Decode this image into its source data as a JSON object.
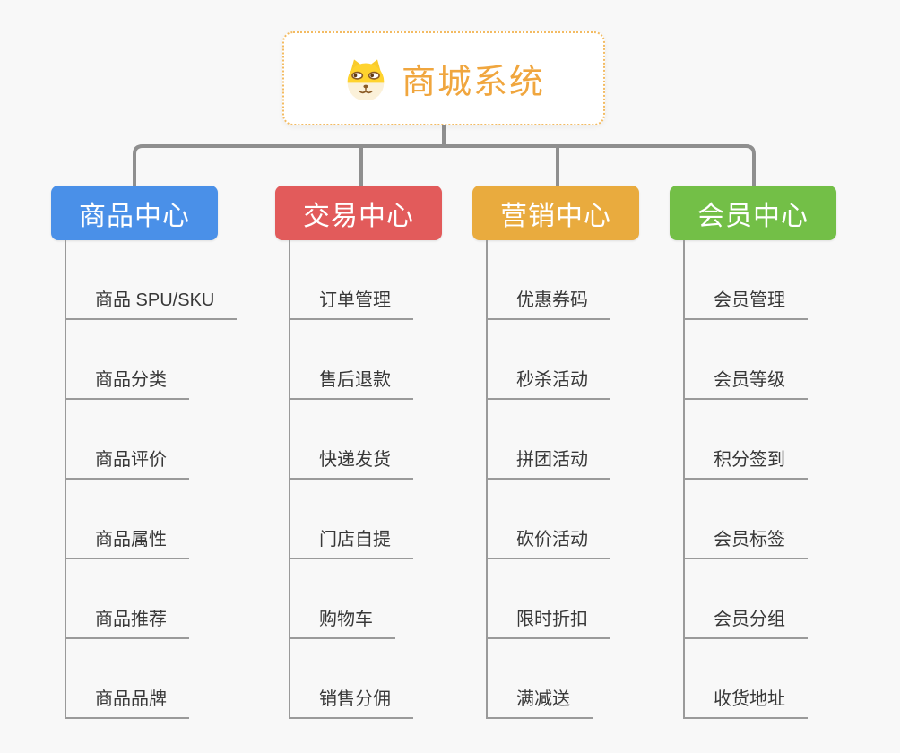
{
  "root": {
    "title": "商城系统",
    "icon": "dog-face-icon"
  },
  "branches": [
    {
      "label": "商品中心",
      "color": "#4A90E8",
      "children": [
        "商品 SPU/SKU",
        "商品分类",
        "商品评价",
        "商品属性",
        "商品推荐",
        "商品品牌"
      ]
    },
    {
      "label": "交易中心",
      "color": "#E25B5B",
      "children": [
        "订单管理",
        "售后退款",
        "快递发货",
        "门店自提",
        "购物车",
        "销售分佣"
      ]
    },
    {
      "label": "营销中心",
      "color": "#E9AB3E",
      "children": [
        "优惠券码",
        "秒杀活动",
        "拼团活动",
        "砍价活动",
        "限时折扣",
        "满减送"
      ]
    },
    {
      "label": "会员中心",
      "color": "#73BF47",
      "children": [
        "会员管理",
        "会员等级",
        "积分签到",
        "会员标签",
        "会员分组",
        "收货地址"
      ]
    }
  ],
  "colors": {
    "background": "#F8F8F8",
    "connector": "#8F8F8F",
    "underline": "#9A9A9A",
    "child_text": "#383838",
    "root_title": "#F0A63E",
    "root_border": "#F3BB62"
  }
}
